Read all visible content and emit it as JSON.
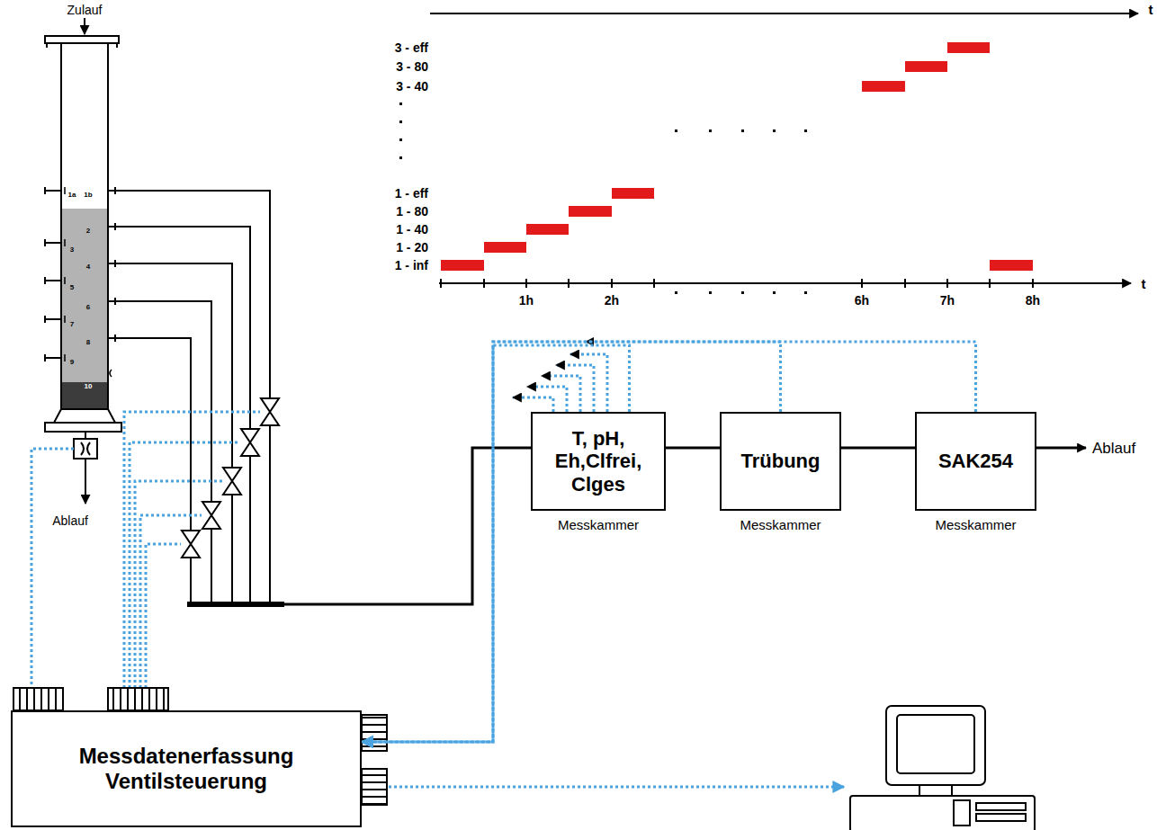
{
  "diagram": {
    "nodes": [
      {
        "text": [
          "T, pH, Eh,Clfrei, Clges",
          "Messkammer"
        ]
      },
      {
        "text": [
          "Trübung",
          "Messkammer"
        ]
      },
      {
        "text": [
          "SAK254",
          "Messkammer"
        ]
      },
      {
        "text": [
          "Messdatenerfassung Ventilsteuerung"
        ]
      }
    ],
    "edges": [
      {
        "from": 0,
        "to": 1,
        "arrow": "none"
      },
      {
        "from": 1,
        "to": 2,
        "arrow": "none"
      },
      {
        "from": 0,
        "to": 3,
        "arrow": "to"
      },
      {
        "from": 1,
        "to": 3,
        "arrow": "to"
      },
      {
        "from": 2,
        "to": 3,
        "arrow": "to"
      }
    ],
    "labels": [
      "Zulauf",
      "1a",
      "1b",
      "2",
      "3",
      "4",
      "5",
      "6",
      "7",
      "8",
      "9",
      "10",
      "Ablauf",
      "Ablauf",
      "t",
      "3 - eff",
      "3 - 80",
      "3 - 40",
      "1 - eff",
      "1 - 80",
      "1 - 40",
      "1 - 20",
      "1 - inf",
      "t",
      "1h",
      "2h",
      "6h",
      "7h",
      "8h"
    ]
  }
}
